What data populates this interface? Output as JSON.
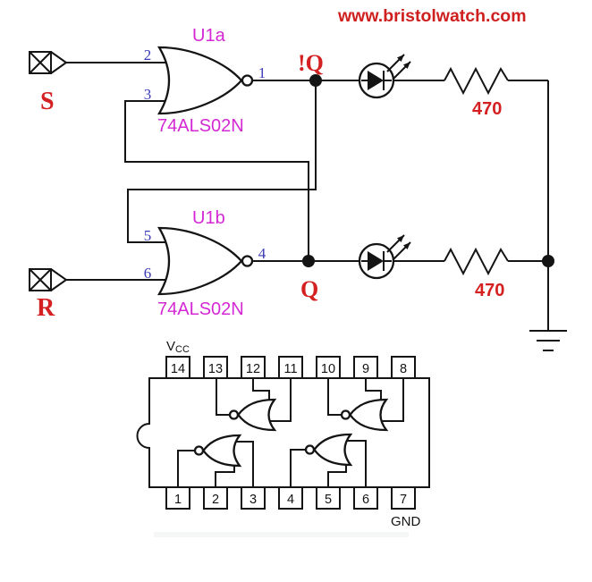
{
  "header": {
    "site_url": "www.bristolwatch.com"
  },
  "colors": {
    "label_red": "#d42020",
    "pin_blue": "#3a3ab8",
    "part_magenta": "#d428d4",
    "line_black": "#141414",
    "background": "#ffffff"
  },
  "schematic": {
    "input_s": {
      "label": "S"
    },
    "input_r": {
      "label": "R"
    },
    "gate_u1a": {
      "designator": "U1a",
      "part_number": "74ALS02N",
      "pin_in_top": "2",
      "pin_in_bottom": "3",
      "pin_out": "1"
    },
    "gate_u1b": {
      "designator": "U1b",
      "part_number": "74ALS02N",
      "pin_in_top": "5",
      "pin_in_bottom": "6",
      "pin_out": "4"
    },
    "output_not_q": {
      "label": "!Q"
    },
    "output_q": {
      "label": "Q"
    },
    "resistor_top": {
      "value": "470"
    },
    "resistor_bottom": {
      "value": "470"
    }
  },
  "dip": {
    "vcc_label": "V",
    "vcc_sub": "CC",
    "gnd_label": "GND",
    "top_pins": [
      "14",
      "13",
      "12",
      "11",
      "10",
      "9",
      "8"
    ],
    "bottom_pins": [
      "1",
      "2",
      "3",
      "4",
      "5",
      "6",
      "7"
    ]
  }
}
